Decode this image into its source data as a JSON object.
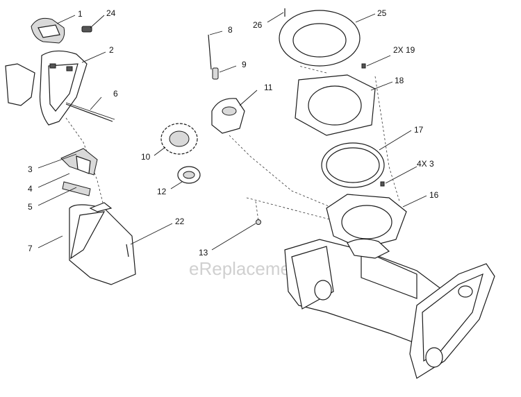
{
  "watermark": "eReplacementParts.com",
  "callouts": [
    {
      "id": "c1",
      "text": "1"
    },
    {
      "id": "c24",
      "text": "24"
    },
    {
      "id": "c2",
      "text": "2"
    },
    {
      "id": "c6",
      "text": "6"
    },
    {
      "id": "c3",
      "text": "3"
    },
    {
      "id": "c4",
      "text": "4"
    },
    {
      "id": "c5",
      "text": "5"
    },
    {
      "id": "c7",
      "text": "7"
    },
    {
      "id": "c22",
      "text": "22"
    },
    {
      "id": "c8",
      "text": "8"
    },
    {
      "id": "c9",
      "text": "9"
    },
    {
      "id": "c11",
      "text": "11"
    },
    {
      "id": "c10",
      "text": "10"
    },
    {
      "id": "c12",
      "text": "12"
    },
    {
      "id": "c13",
      "text": "13"
    },
    {
      "id": "c26",
      "text": "26"
    },
    {
      "id": "c25",
      "text": "25"
    },
    {
      "id": "c2x19",
      "text": "2X 19"
    },
    {
      "id": "c18",
      "text": "18"
    },
    {
      "id": "c17",
      "text": "17"
    },
    {
      "id": "c4x3",
      "text": "4X 3"
    },
    {
      "id": "c16",
      "text": "16"
    }
  ]
}
